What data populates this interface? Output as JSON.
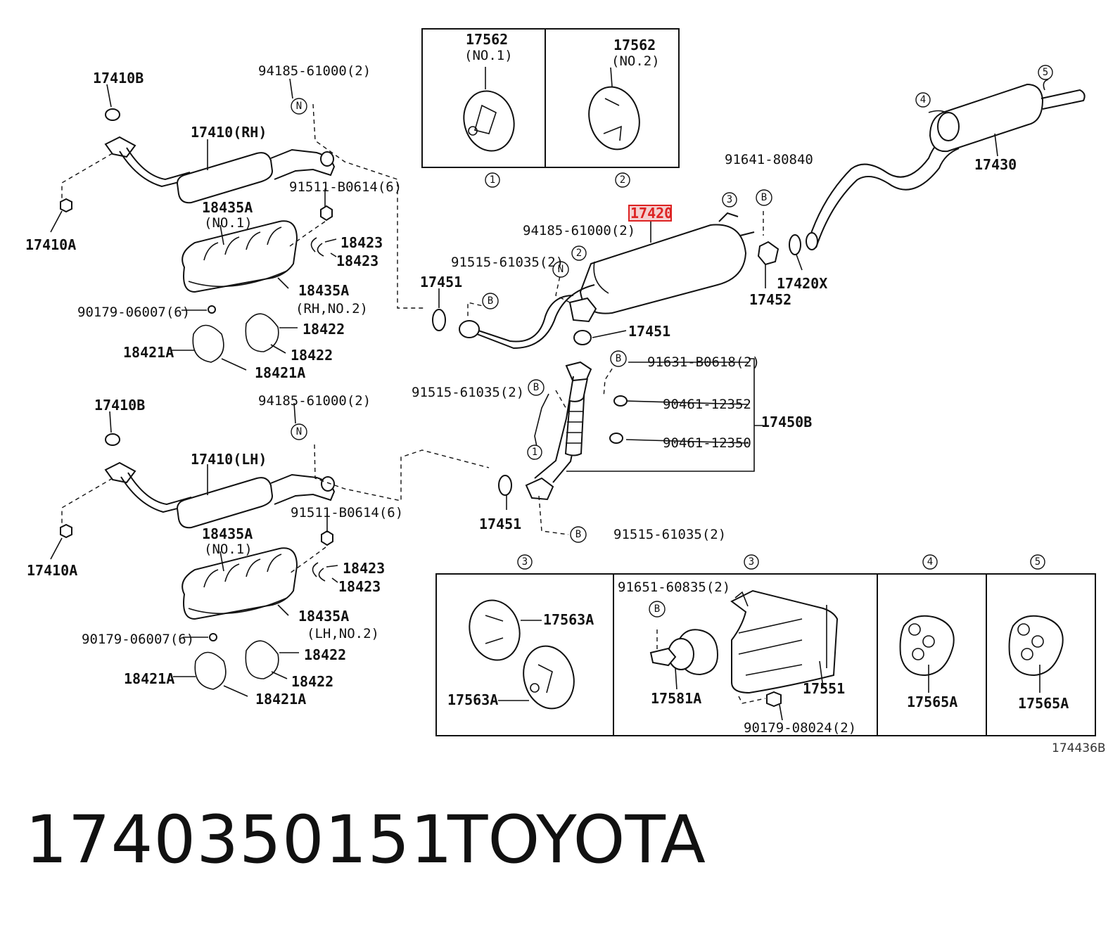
{
  "labels": {
    "l17410B_top": "17410B",
    "l94185_a": "94185-61000(2)",
    "l17410RH": "17410(RH)",
    "l91511_a": "91511-B0614(6)",
    "l18435A_no1_a": "18435A",
    "l_no1_a": "(NO.1)",
    "l18423_a1": "18423",
    "l18423_a2": "18423",
    "l17410A_a": "17410A",
    "l18435A_rh": "18435A",
    "l_rhno2": "(RH,NO.2)",
    "l90179_a": "90179-06007(6)",
    "l18422_a1": "18422",
    "l18422_a2": "18422",
    "l18421A_a1": "18421A",
    "l18421A_a2": "18421A",
    "l17410B_bot": "17410B",
    "l94185_b": "94185-61000(2)",
    "l17410LH": "17410(LH)",
    "l91511_b": "91511-B0614(6)",
    "l18435A_no1_b": "18435A",
    "l_no1_b": "(NO.1)",
    "l18423_b1": "18423",
    "l18423_b2": "18423",
    "l17410A_b": "17410A",
    "l18435A_lh": "18435A",
    "l_lhno2": "(LH,NO.2)",
    "l90179_b": "90179-06007(6)",
    "l18422_b1": "18422",
    "l18422_b2": "18422",
    "l18421A_b1": "18421A",
    "l18421A_b2": "18421A",
    "l17562_1": "17562",
    "l_no1_c": "(NO.1)",
    "l17562_2": "17562",
    "l_no2_c": "(NO.2)",
    "l91641": "91641-80840",
    "l17430": "17430",
    "l17420": "17420",
    "l94185_c": "94185-61000(2)",
    "l91515_a": "91515-61035(2)",
    "l17451_a": "17451",
    "l17452": "17452",
    "l17420X": "17420X",
    "l17451_b": "17451",
    "l91631": "91631-B0618(2)",
    "l91515_b": "91515-61035(2)",
    "l90461_a": "90461-12352",
    "l17450B": "17450B",
    "l90461_b": "90461-12350",
    "l17451_c": "17451",
    "l91515_c": "91515-61035(2)",
    "l17563A_a": "17563A",
    "l17563A_b": "17563A",
    "l91651": "91651-60835(2)",
    "l17581A": "17581A",
    "l17551": "17551",
    "l90179_c": "90179-08024(2)",
    "l17565A_a": "17565A",
    "l17565A_b": "17565A"
  },
  "callouts": {
    "c1": "1",
    "c2": "2",
    "c3": "3",
    "c4": "4",
    "c5": "5",
    "N": "N",
    "B": "B"
  },
  "ref_code": "174436B",
  "footer": {
    "part_number": "1740350151",
    "brand": "TOYOTA"
  },
  "colors": {
    "highlight": "#d22222",
    "ink": "#111111"
  }
}
